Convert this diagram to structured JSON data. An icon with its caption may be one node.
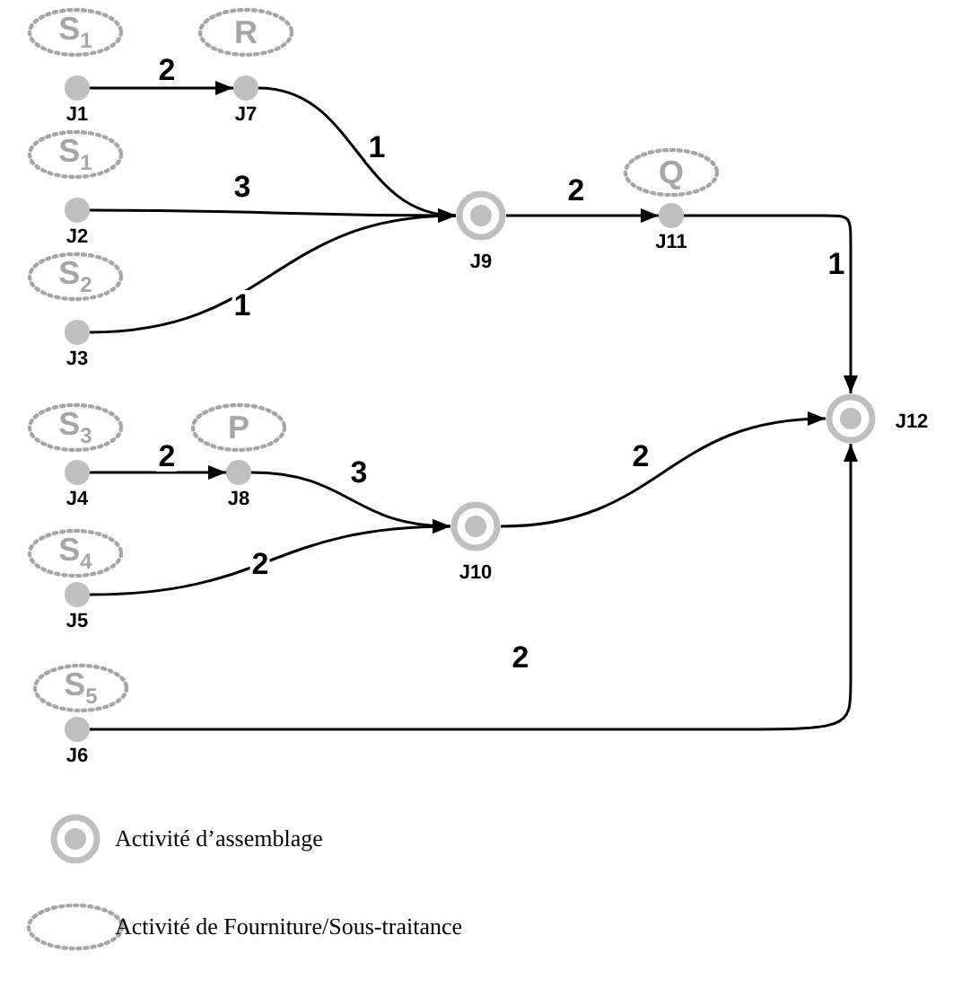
{
  "diagram": {
    "nodes": [
      {
        "text": [
          "S$_{1}$"
        ]
      },
      {
        "text": [],
        "shape": "dot",
        "beside": [
          "J1"
        ]
      },
      {
        "text": [
          "R"
        ]
      },
      {
        "text": [],
        "shape": "dot",
        "beside": [
          "J7"
        ]
      },
      {
        "text": [
          "S$_{1}$"
        ]
      },
      {
        "text": [],
        "shape": "dot",
        "beside": [
          "J2"
        ]
      },
      {
        "text": [
          "S$_{2}$"
        ]
      },
      {
        "text": [],
        "shape": "dot",
        "beside": [
          "J3"
        ]
      },
      {
        "text": [],
        "shape": "ring",
        "beside": [
          "J9"
        ]
      },
      {
        "text": [
          "Q"
        ]
      },
      {
        "text": [],
        "shape": "dot",
        "beside": [
          "J11"
        ]
      },
      {
        "text": [],
        "shape": "ring",
        "beside": [
          "J12"
        ]
      },
      {
        "text": [
          "S$_{3}$"
        ]
      },
      {
        "text": [],
        "shape": "dot",
        "beside": [
          "J4"
        ]
      },
      {
        "text": [
          "P"
        ]
      },
      {
        "text": [],
        "shape": "dot",
        "beside": [
          "J8"
        ]
      },
      {
        "text": [
          "S$_{4}$"
        ]
      },
      {
        "text": [],
        "shape": "dot",
        "beside": [
          "J5"
        ]
      },
      {
        "text": [],
        "shape": "ring",
        "beside": [
          "J10"
        ]
      },
      {
        "text": [
          "S$_{5}$"
        ]
      },
      {
        "text": [],
        "shape": "dot",
        "beside": [
          "J6"
        ]
      }
    ],
    "edges": [
      {
        "from": 1,
        "to": 3,
        "arrow": "to",
        "label": "2"
      },
      {
        "from": 3,
        "to": 8,
        "arrow": "to",
        "label": "1"
      },
      {
        "from": 5,
        "to": 8,
        "arrow": "to",
        "label": "3"
      },
      {
        "from": 7,
        "to": 8,
        "arrow": "to",
        "label": "1"
      },
      {
        "from": 8,
        "to": 10,
        "arrow": "to",
        "label": "2"
      },
      {
        "from": 10,
        "to": 11,
        "arrow": "to",
        "label": "1"
      },
      {
        "from": 13,
        "to": 15,
        "arrow": "to",
        "label": "2"
      },
      {
        "from": 15,
        "to": 18,
        "arrow": "to",
        "label": "3"
      },
      {
        "from": 17,
        "to": 18,
        "arrow": "to",
        "label": "2"
      },
      {
        "from": 18,
        "to": 11,
        "arrow": "to",
        "label": "2"
      },
      {
        "from": 20,
        "to": 11,
        "arrow": "to",
        "label": "2"
      }
    ],
    "legend": [
      {
        "text": "Activité d’assemblage"
      },
      {
        "text": "Activité de Fourniture/Sous-traitance"
      }
    ]
  }
}
